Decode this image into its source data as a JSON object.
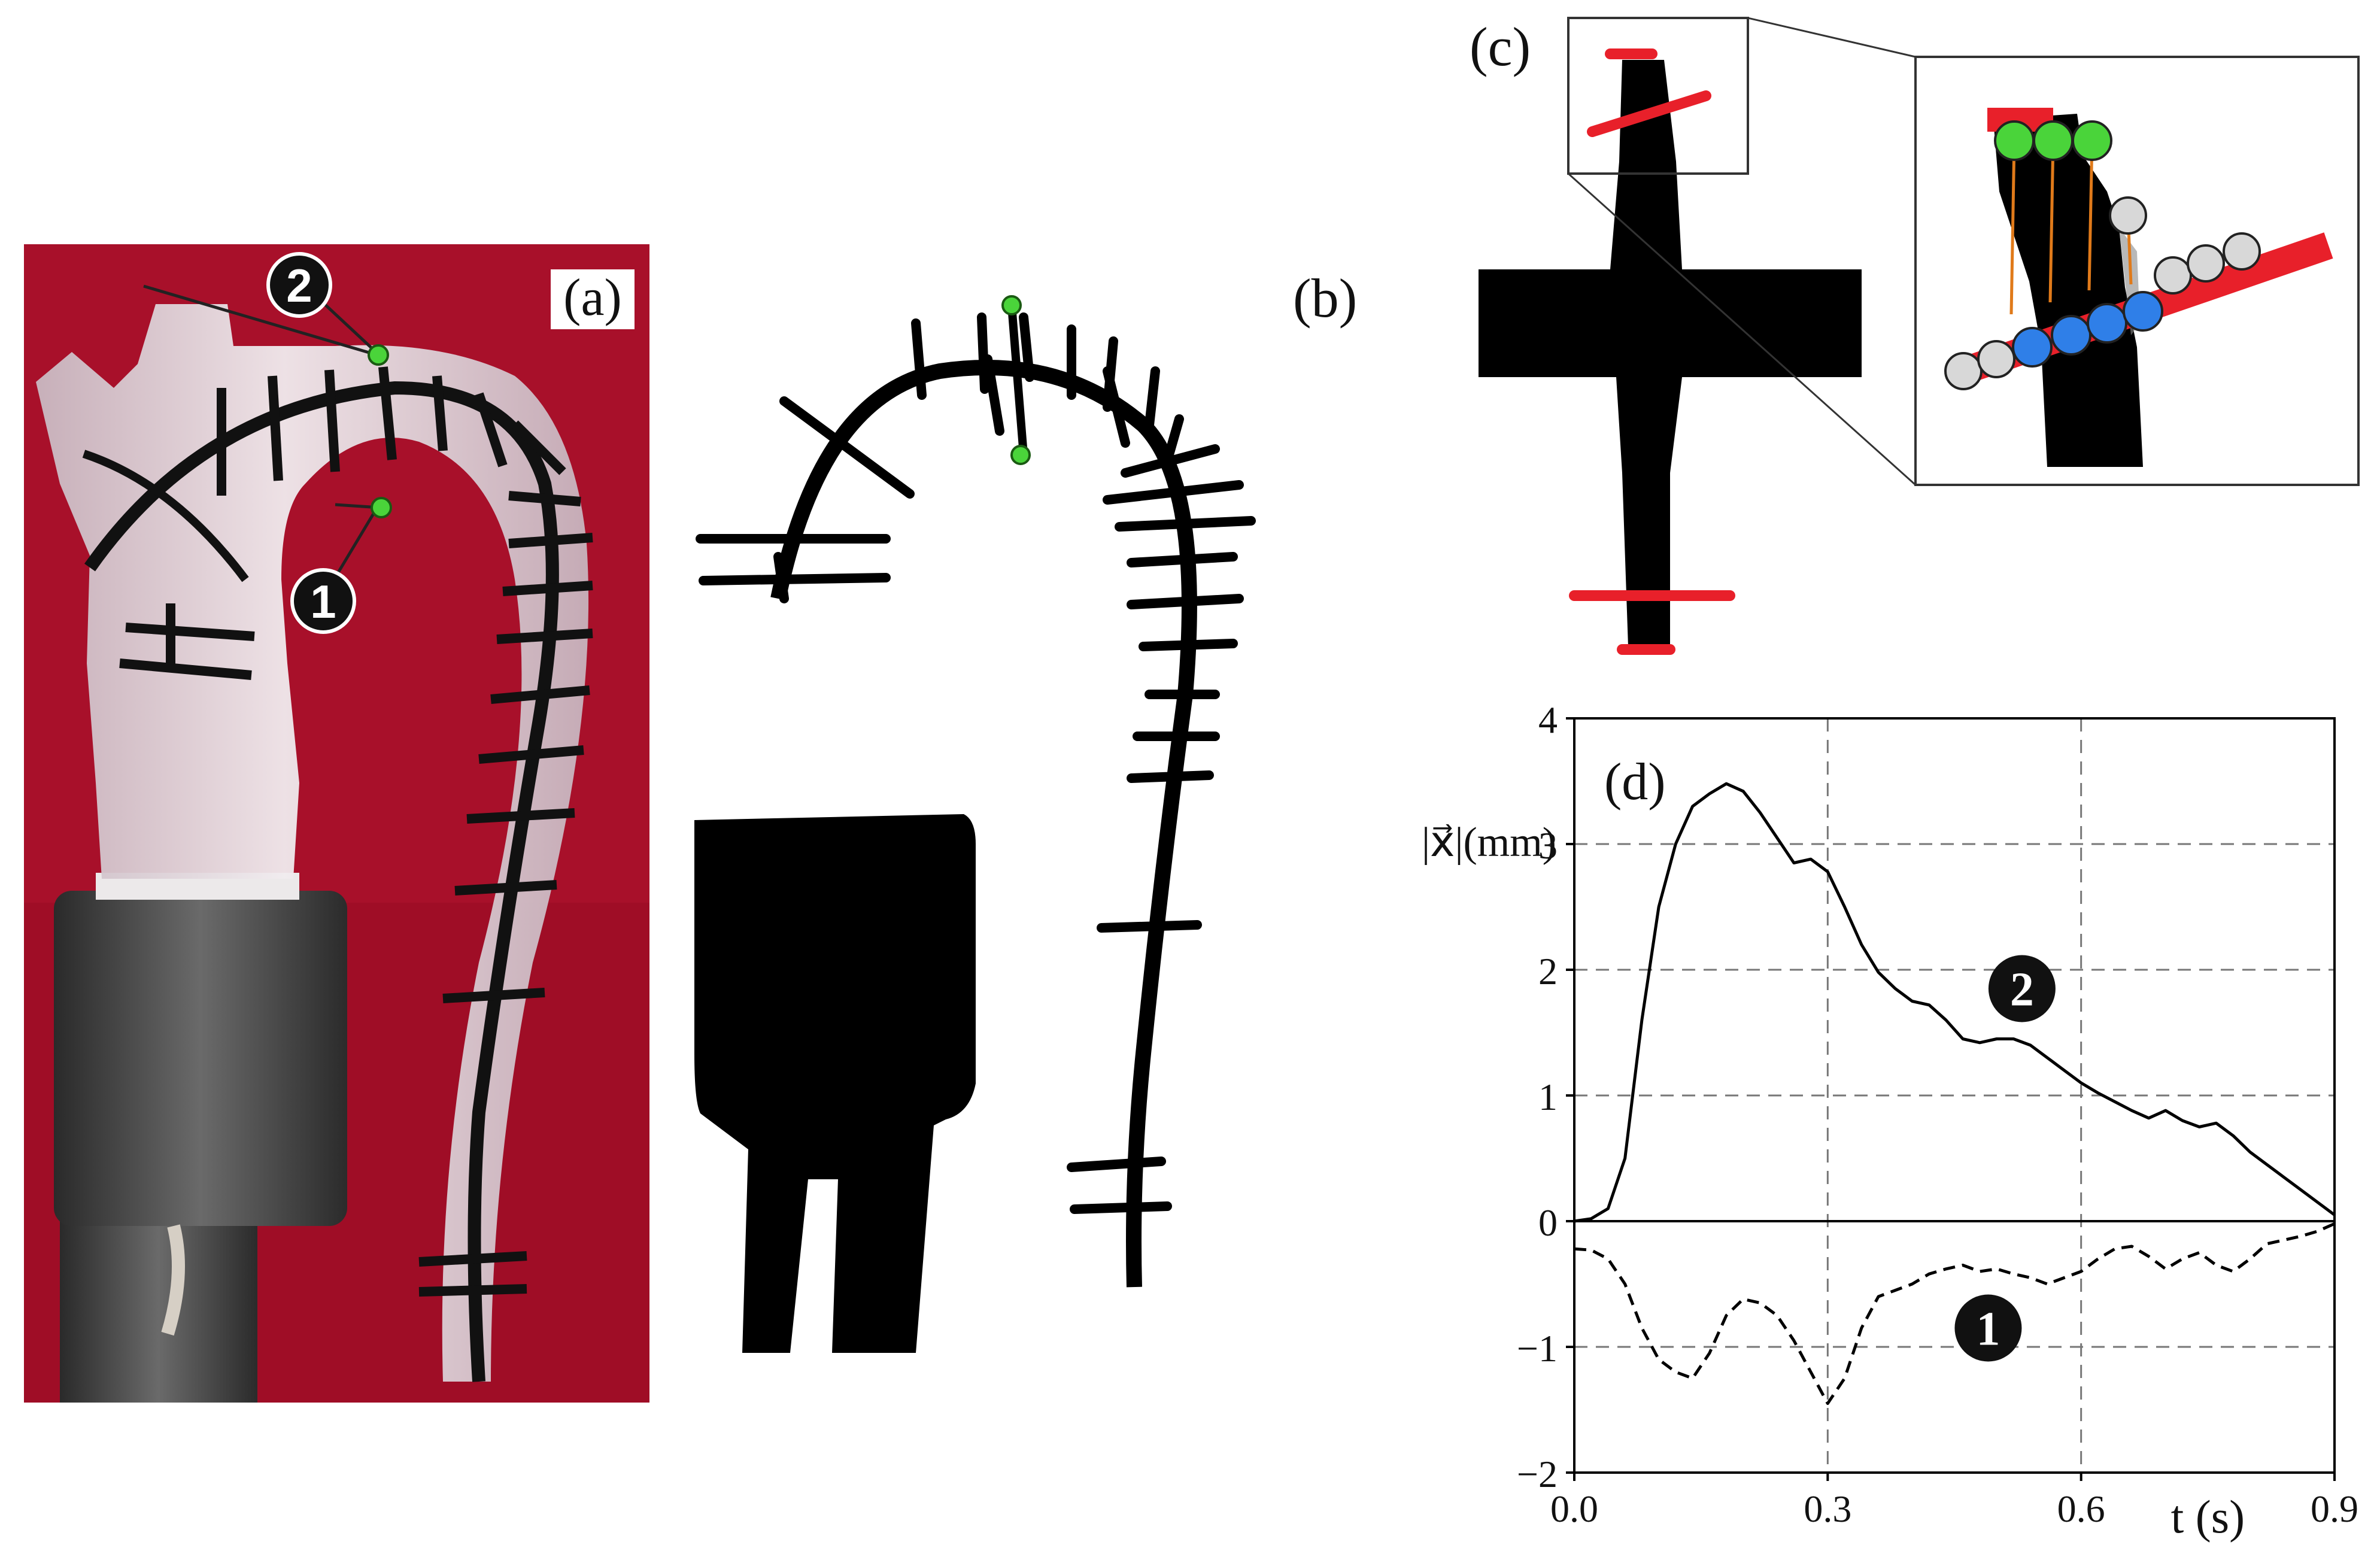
{
  "figure": {
    "panels": {
      "a": {
        "label": "(a)",
        "marker_1": "1",
        "marker_2": "2"
      },
      "b": {
        "label": "(b)"
      },
      "c": {
        "label": "(c)"
      },
      "d": {
        "label": "(d)"
      }
    },
    "colors": {
      "photo_background": "#a8102a",
      "phantom_tube": "#e8e2e6",
      "marker_black": "#111111",
      "point_green": "#4ad43a",
      "mask_red": "#e8202a",
      "point_blue": "#2f7fe8",
      "point_gray": "#d8d8d8",
      "link_orange": "#e07a1a"
    }
  },
  "chart_data": {
    "type": "line",
    "panel": "(d)",
    "xlabel": "t (s)",
    "ylabel": "|x⃗|(mm)",
    "xlim": [
      0.0,
      0.9
    ],
    "ylim": [
      -2,
      4
    ],
    "xticks": [
      "0.0",
      "0.3",
      "0.6",
      "0.9"
    ],
    "yticks": [
      "−2",
      "−1",
      "0",
      "1",
      "2",
      "3",
      "4"
    ],
    "grid": "dashed at x=0.3, 0.6 and y=−1, 1, 2, 3",
    "series": [
      {
        "name": "2",
        "style": "solid",
        "x": [
          0.0,
          0.02,
          0.04,
          0.06,
          0.08,
          0.1,
          0.12,
          0.14,
          0.16,
          0.18,
          0.2,
          0.22,
          0.24,
          0.26,
          0.28,
          0.3,
          0.32,
          0.34,
          0.36,
          0.38,
          0.4,
          0.42,
          0.44,
          0.46,
          0.48,
          0.5,
          0.52,
          0.54,
          0.56,
          0.58,
          0.6,
          0.62,
          0.64,
          0.66,
          0.68,
          0.7,
          0.72,
          0.74,
          0.76,
          0.78,
          0.8,
          0.82,
          0.84,
          0.86,
          0.88,
          0.9
        ],
        "values": [
          0.0,
          0.02,
          0.1,
          0.5,
          1.6,
          2.5,
          3.0,
          3.3,
          3.4,
          3.48,
          3.42,
          3.25,
          3.05,
          2.85,
          2.88,
          2.78,
          2.5,
          2.2,
          1.98,
          1.85,
          1.75,
          1.72,
          1.6,
          1.45,
          1.42,
          1.45,
          1.45,
          1.4,
          1.3,
          1.2,
          1.1,
          1.02,
          0.95,
          0.88,
          0.82,
          0.88,
          0.8,
          0.75,
          0.78,
          0.68,
          0.55,
          0.45,
          0.35,
          0.25,
          0.15,
          0.05
        ]
      },
      {
        "name": "1",
        "style": "dashed",
        "x": [
          0.0,
          0.02,
          0.04,
          0.06,
          0.08,
          0.1,
          0.12,
          0.14,
          0.16,
          0.18,
          0.2,
          0.22,
          0.24,
          0.26,
          0.28,
          0.3,
          0.32,
          0.34,
          0.36,
          0.38,
          0.4,
          0.42,
          0.44,
          0.46,
          0.48,
          0.5,
          0.52,
          0.54,
          0.56,
          0.58,
          0.6,
          0.62,
          0.64,
          0.66,
          0.68,
          0.7,
          0.72,
          0.74,
          0.76,
          0.78,
          0.8,
          0.82,
          0.84,
          0.86,
          0.88,
          0.9
        ],
        "values": [
          -0.22,
          -0.23,
          -0.3,
          -0.5,
          -0.85,
          -1.1,
          -1.2,
          -1.25,
          -1.05,
          -0.75,
          -0.62,
          -0.65,
          -0.75,
          -0.95,
          -1.2,
          -1.45,
          -1.25,
          -0.85,
          -0.6,
          -0.55,
          -0.5,
          -0.42,
          -0.38,
          -0.35,
          -0.4,
          -0.38,
          -0.42,
          -0.45,
          -0.5,
          -0.45,
          -0.4,
          -0.3,
          -0.22,
          -0.2,
          -0.28,
          -0.38,
          -0.3,
          -0.25,
          -0.35,
          -0.4,
          -0.3,
          -0.18,
          -0.15,
          -0.12,
          -0.08,
          -0.02
        ]
      }
    ],
    "annotations": [
      {
        "text": "2",
        "x": 0.53,
        "y": 1.85,
        "style": "black-circle"
      },
      {
        "text": "1",
        "x": 0.49,
        "y": -0.85,
        "style": "black-circle"
      }
    ]
  }
}
